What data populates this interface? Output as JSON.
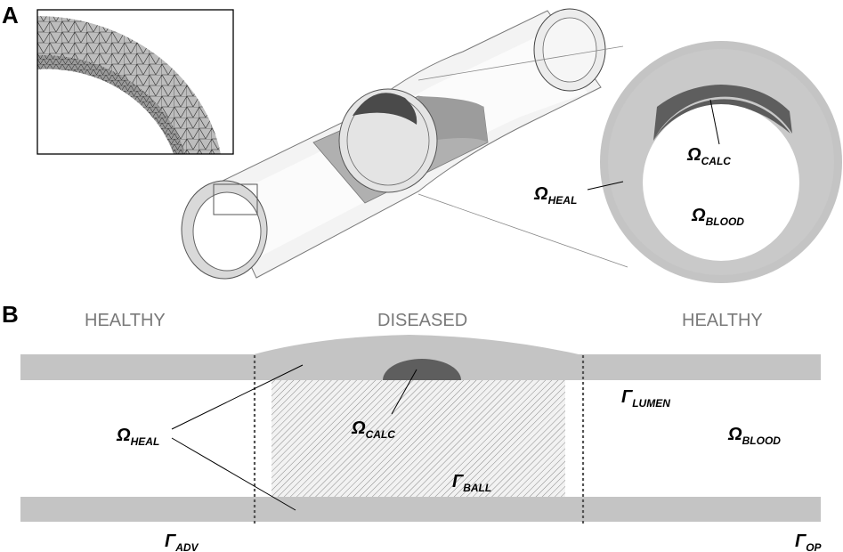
{
  "panel_a": {
    "letter": "A",
    "cross_section": {
      "omega": "Ω",
      "heal_sub": "HEAL",
      "calc_sub": "CALC",
      "blood_sub": "BLOOD"
    }
  },
  "panel_b": {
    "letter": "B",
    "regions": [
      "HEALTHY",
      "DISEASED",
      "HEALTHY"
    ],
    "omega": "Ω",
    "gamma": "Γ",
    "heal_sub": "HEAL",
    "calc_sub": "CALC",
    "blood_sub": "BLOOD",
    "lumen_sub": "LUMEN",
    "ball_sub": "BALL",
    "adv_sub": "ADV",
    "op_sub": "OP"
  },
  "colors": {
    "tissue": "#c4c4c4",
    "calcification": "#5e5e5e",
    "label_gray": "#7a7a7a"
  }
}
